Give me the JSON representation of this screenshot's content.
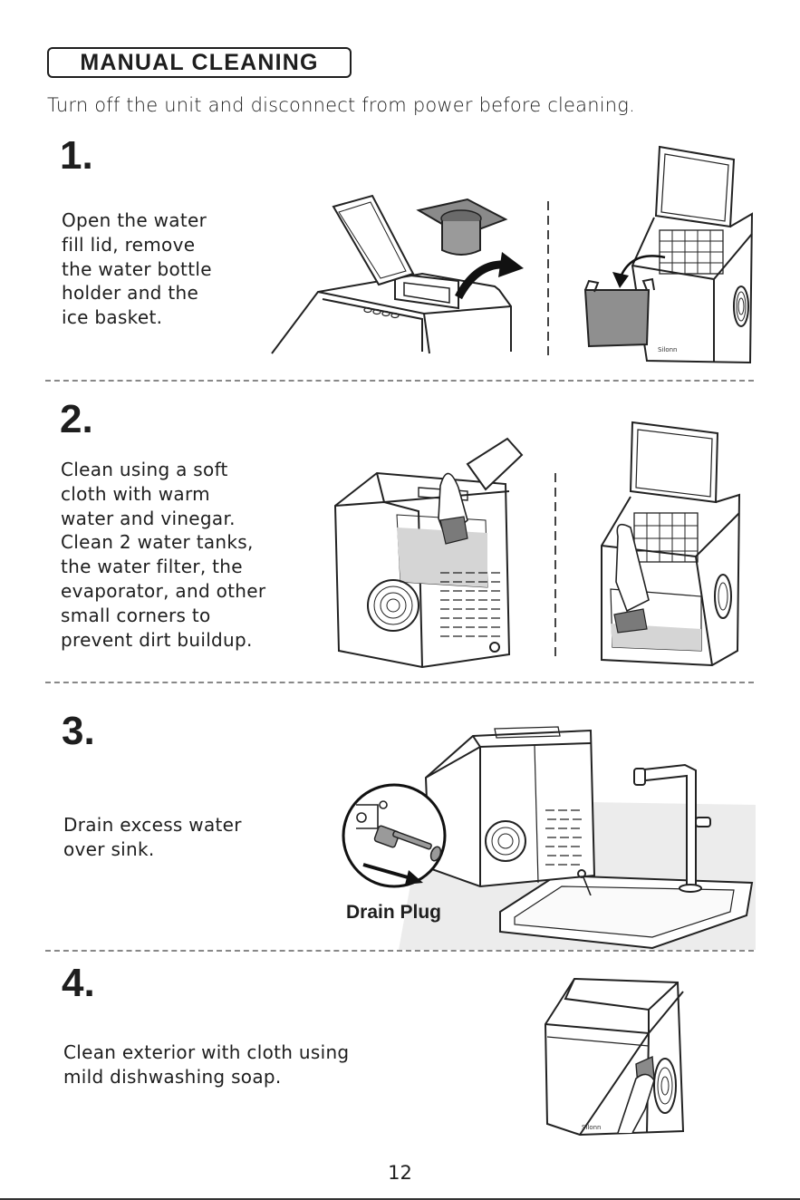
{
  "header": {
    "title": "MANUAL CLEANING",
    "intro": "Turn off the unit and disconnect from power before cleaning."
  },
  "steps": [
    {
      "number": "1.",
      "text": "Open the water\nfill lid, remove\nthe water bottle\nholder and the\nice basket."
    },
    {
      "number": "2.",
      "text": "Clean using a soft\ncloth with warm\nwater and vinegar.\nClean 2 water tanks,\nthe water filter, the\nevaporator, and other\nsmall corners to\nprevent dirt buildup."
    },
    {
      "number": "3.",
      "text": "Drain excess water\nover sink.",
      "callout_label": "Drain Plug"
    },
    {
      "number": "4.",
      "text": "Clean exterior with cloth using\nmild dishwashing soap."
    }
  ],
  "brand_mark": "Silonn",
  "page_number": "12"
}
